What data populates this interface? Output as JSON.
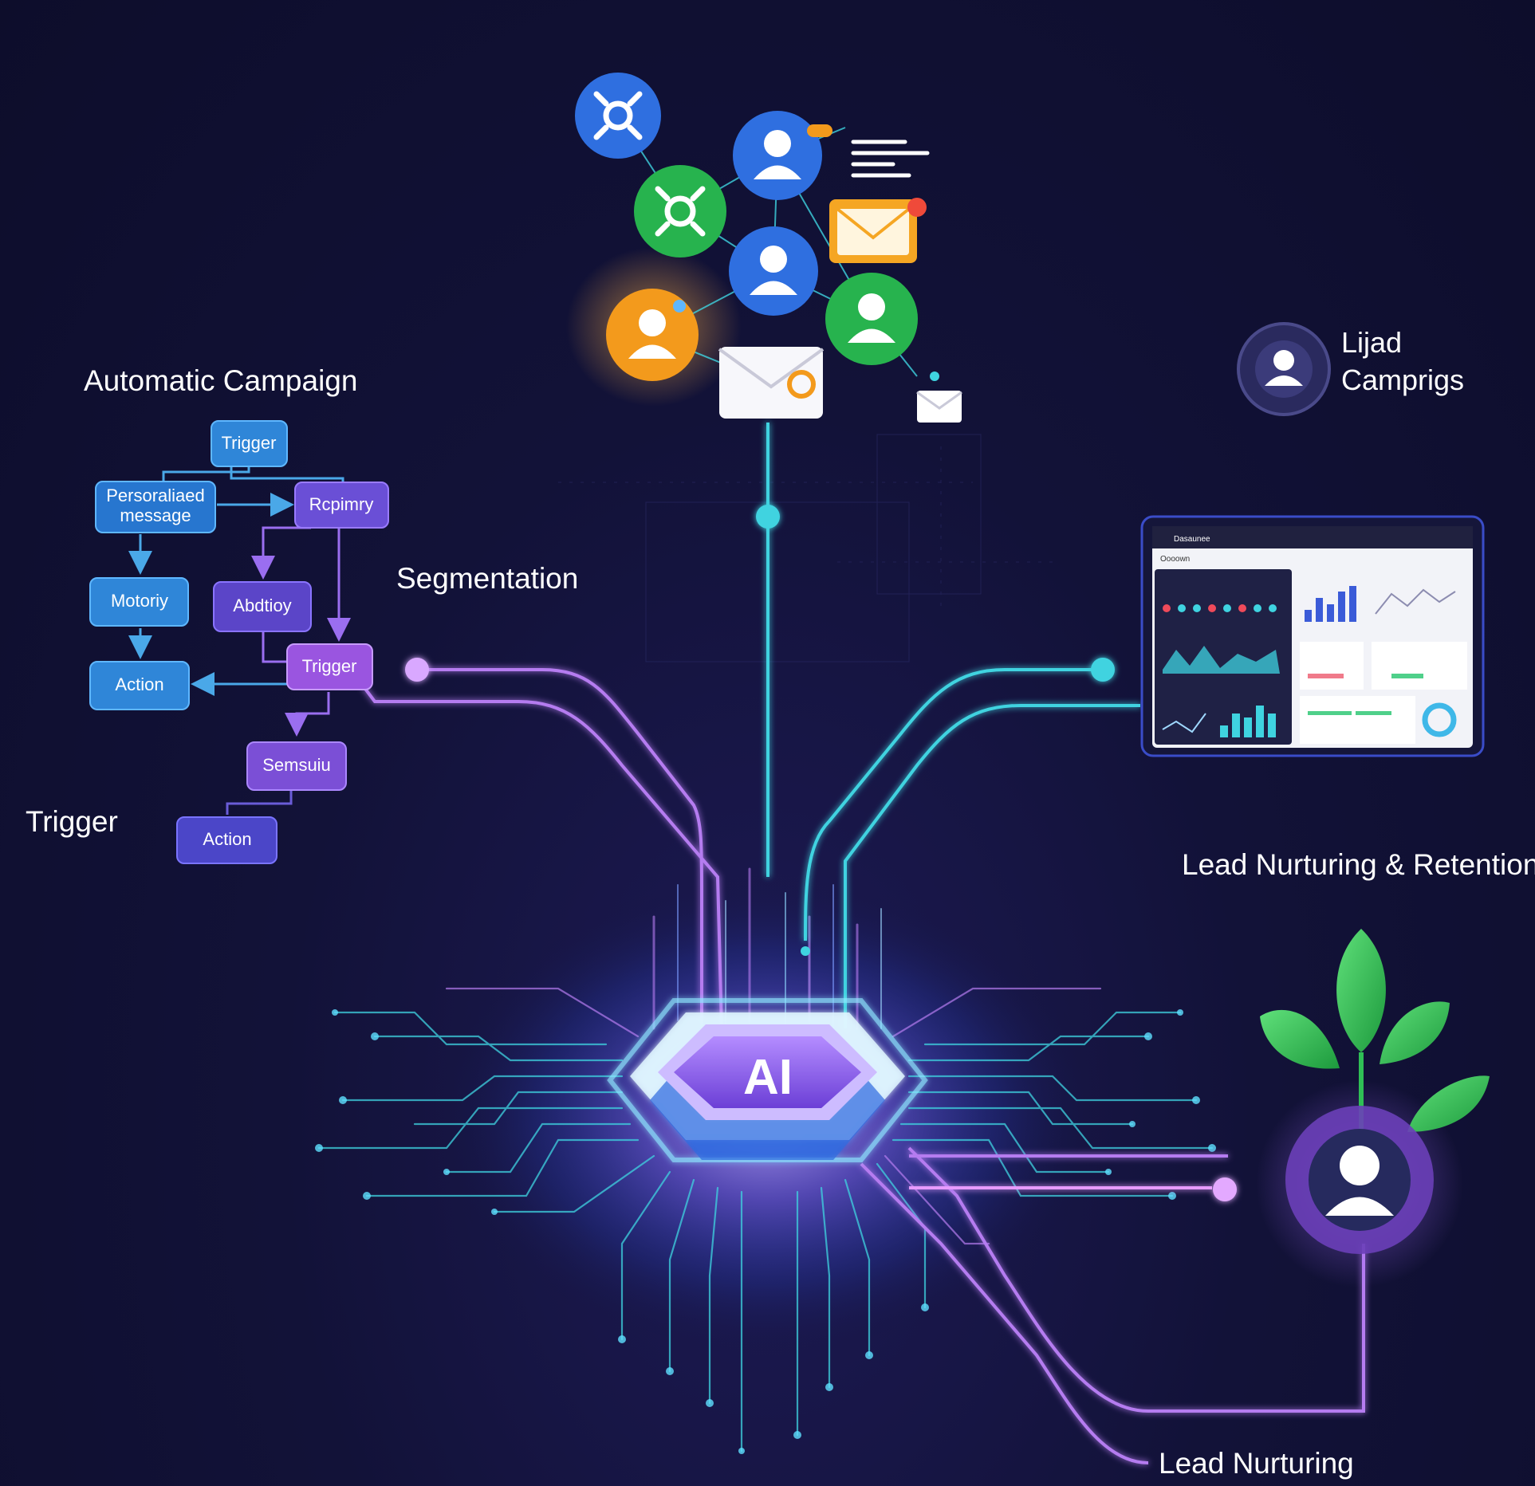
{
  "labels": {
    "automatic_campaign": "Automatic Campaign",
    "segmentation": "Segmentation",
    "trigger_left": "Trigger",
    "lead_campaigns_line1": "Lijad",
    "lead_campaigns_line2": "Camprigs",
    "lead_nurturing_retention": "Lead Nurturing & Retention",
    "lead_nurturing": "Lead Nurturing",
    "ai_chip": "AI"
  },
  "flow_boxes": {
    "trigger_top": "Trigger",
    "personalized_message_line1": "Persoraliaed",
    "personalized_message_line2": "message",
    "rcpimy": "Rcpimry",
    "motoriy": "Motoriy",
    "abdtioy": "Abdtioy",
    "trigger_mid": "Trigger",
    "action_left": "Action",
    "semsuiu": "Semsuiu",
    "action_bottom": "Action"
  },
  "dashboard": {
    "title": "Dasaunee",
    "subtitle": "Oooown"
  },
  "colors": {
    "accent_cyan": "#3fd3e0",
    "accent_purple": "#b57cf0",
    "flow_blue": "#2f86d8",
    "flow_purple": "#7d4fd6",
    "node_blue": "#2f6fe0",
    "node_green": "#27b34e",
    "node_orange": "#f39a1c"
  },
  "icons": [
    "network-node-icon",
    "user-icon",
    "email-icon",
    "sprout-icon",
    "dashboard-icon"
  ]
}
